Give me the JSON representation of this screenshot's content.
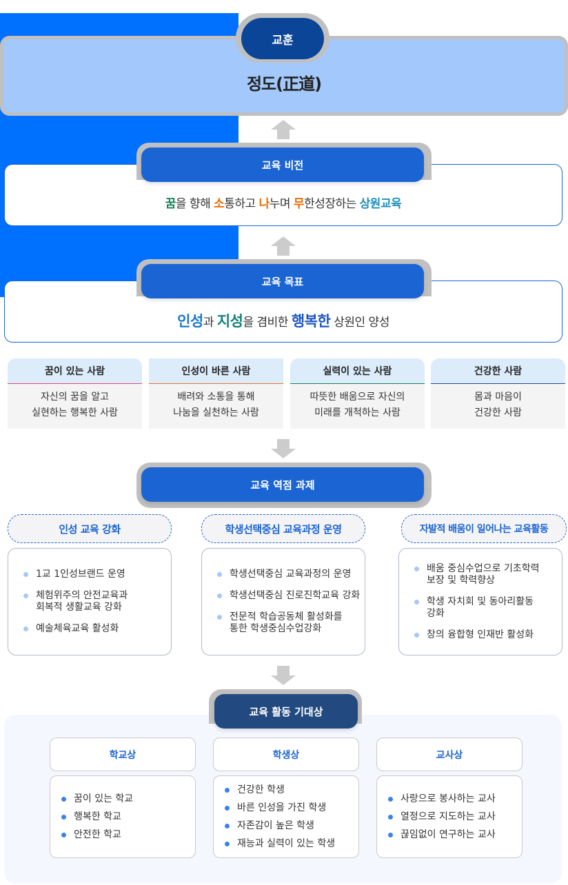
{
  "motto": {
    "label": "교훈",
    "value": "정도(正道)"
  },
  "vision": {
    "label": "교육 비전",
    "parts": [
      {
        "text": "꿈",
        "style": "green"
      },
      {
        "text": "을 향해 ",
        "style": "plain"
      },
      {
        "text": "소",
        "style": "orange"
      },
      {
        "text": "통하고 ",
        "style": "plain"
      },
      {
        "text": "나",
        "style": "orange"
      },
      {
        "text": "누며 ",
        "style": "plain"
      },
      {
        "text": "무",
        "style": "orange"
      },
      {
        "text": "한성장하는 ",
        "style": "plain"
      },
      {
        "text": "상원교육",
        "style": "teal"
      }
    ]
  },
  "goal": {
    "label": "교육 목표",
    "parts": [
      {
        "text": "인성",
        "style": "blue"
      },
      {
        "text": "과 ",
        "style": "plain"
      },
      {
        "text": "지성",
        "style": "dteal"
      },
      {
        "text": "을 겸비한 ",
        "style": "plain"
      },
      {
        "text": "행복한",
        "style": "navy"
      },
      {
        "text": " 상원인 양성",
        "style": "plain"
      }
    ]
  },
  "people": [
    {
      "title": "꿈이 있는 사람",
      "line1": "자신의 꿈을 알고",
      "line2": "실현하는 행복한 사람",
      "color": "#e0487a"
    },
    {
      "title": "인성이 바른 사람",
      "line1": "배려와 소통을 통해",
      "line2": "나눔을 실천하는 사람",
      "color": "#e8702a"
    },
    {
      "title": "실력이 있는 사람",
      "line1": "따뜻한 배움으로 자신의",
      "line2": "미래를 개척하는 사람",
      "color": "#148258"
    },
    {
      "title": "건강한 사람",
      "line1": "몸과 마음이",
      "line2": "건강한 사람",
      "color": "#1c4aa0"
    }
  ],
  "tasks": {
    "label": "교육 역점 과제",
    "groups": [
      {
        "title": "인성 교육 강화",
        "items": [
          "1교 1인성브랜드 운영",
          "체험위주의 안전교육과\n회복적 생활교육 강화",
          "예술체육교육 활성화"
        ]
      },
      {
        "title": "학생선택중심 교육과정 운영",
        "items": [
          "학생선택중심 교육과정의 운영",
          "학생선택중심 진로진학교육 강화",
          "전문적 학습공동체 활성화를\n통한 학생중심수업강화"
        ]
      },
      {
        "title": "자발적 배움이 일어나는 교육활동",
        "items": [
          "배움 중심수업으로 기초학력\n보장 및 학력향상",
          "학생 자치회 및 동아리활동\n강화",
          "창의 융합형 인재반 활성화"
        ]
      }
    ]
  },
  "expected": {
    "label": "교육 활동 기대상",
    "groups": [
      {
        "title": "학교상",
        "items": [
          "꿈이 있는 학교",
          "행복한 학교",
          "안전한 학교"
        ]
      },
      {
        "title": "학생상",
        "items": [
          "건강한 학생",
          "바른 인성을 가진 학생",
          "자존감이 높은 학생",
          "재능과 실력이 있는 학생"
        ]
      },
      {
        "title": "교사상",
        "items": [
          "사랑으로 봉사하는 교사",
          "열정으로 지도하는 교사",
          "끊임없이 연구하는 교사"
        ]
      }
    ]
  }
}
